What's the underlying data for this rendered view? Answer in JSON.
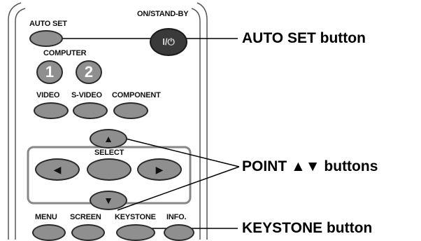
{
  "remote": {
    "auto_set_label": "AUTO SET",
    "on_standby_label": "ON/STAND-BY",
    "on_standby_symbol": "I/⏻",
    "computer_label": "COMPUTER",
    "computer_1": "1",
    "computer_2": "2",
    "video_label": "VIDEO",
    "svideo_label": "S-VIDEO",
    "component_label": "COMPONENT",
    "select_label": "SELECT",
    "menu_label": "MENU",
    "screen_label": "SCREEN",
    "keystone_label": "KEYSTONE",
    "info_label": "INFO.",
    "arrow_up": "▲",
    "arrow_down": "▼",
    "arrow_left": "◀",
    "arrow_right": "▶"
  },
  "callouts": {
    "auto_set": "AUTO SET button",
    "point": "POINT ▲▼ buttons",
    "keystone": "KEYSTONE button"
  },
  "colors": {
    "button_fill": "#8f8f8f",
    "button_border": "#2a2a2a",
    "power_fill": "#3a3a3a"
  }
}
